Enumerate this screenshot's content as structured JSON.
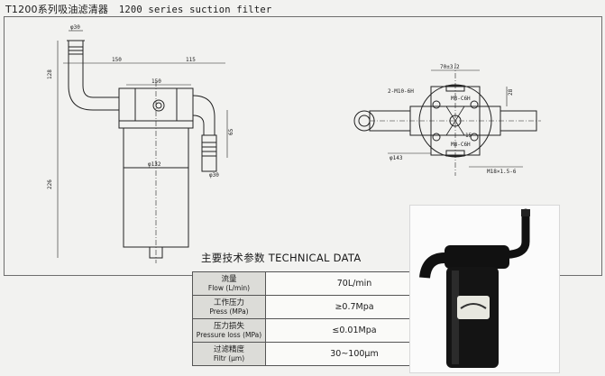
{
  "header": {
    "title_cn": "T1200系列吸油滤清器",
    "title_en": "1200 series suction filter"
  },
  "technical": {
    "heading": "主要技术参数 TECHNICAL DATA",
    "rows": [
      {
        "label_cn": "流量",
        "label_en": "Flow (L/min)",
        "value": "70L/min"
      },
      {
        "label_cn": "工作压力",
        "label_en": "Press (MPa)",
        "value": "≥0.7Mpa"
      },
      {
        "label_cn": "压力损失",
        "label_en": "Pressure loss (MPa)",
        "value": "≤0.01Mpa"
      },
      {
        "label_cn": "过滤精度",
        "label_en": "Filtr (μm)",
        "value": "30~100μm"
      }
    ]
  },
  "dimensions": {
    "pipe_dia": "φ30",
    "d150_top": "150",
    "d115": "115",
    "d150_mid": "150",
    "d128": "128",
    "d226": "226",
    "d65": "65",
    "outlet_dia": "φ30",
    "body_dia": "φ132",
    "d70": "70±3.2",
    "d28": "28",
    "hole_spec": "2-M10-6H",
    "mounting": "M8-C6H",
    "mounting2": "M8-C6H",
    "d15": "15",
    "d143": "φ143",
    "thread": "M18×1.5-6"
  }
}
